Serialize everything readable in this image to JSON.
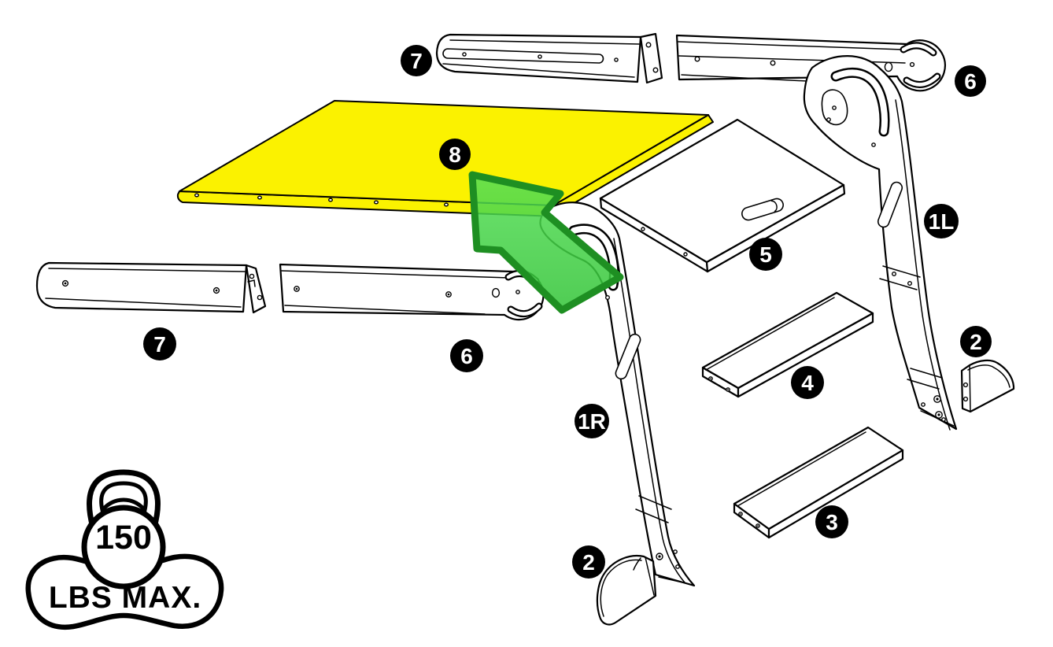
{
  "diagram": {
    "type": "exploded assembly parts diagram",
    "callouts": [
      {
        "part": "rail-top-left",
        "label": "7"
      },
      {
        "part": "rail-top-right",
        "label": "6"
      },
      {
        "part": "tabletop-panel",
        "label": "8"
      },
      {
        "part": "leg-left",
        "label": "1L"
      },
      {
        "part": "rail-mid-left",
        "label": "7"
      },
      {
        "part": "rail-mid",
        "label": "6"
      },
      {
        "part": "lid-panel",
        "label": "5"
      },
      {
        "part": "shelf-upper",
        "label": "4"
      },
      {
        "part": "foot-right",
        "label": "2"
      },
      {
        "part": "leg-right",
        "label": "1R"
      },
      {
        "part": "shelf-lower",
        "label": "3"
      },
      {
        "part": "foot-left",
        "label": "2"
      }
    ],
    "weight_limit": {
      "value": "150",
      "unit": "LBS MAX.",
      "icon": "kettlebell-icon"
    },
    "colors": {
      "highlight_yellow": "#FBF200",
      "arrow_green": "#33C438",
      "arrow_green_light": "#55DF55",
      "arrow_green_dark": "#1E8F22",
      "ink": "#000000",
      "label_bg": "#000000",
      "label_text": "#FFFFFF",
      "background": "#FFFFFF"
    }
  }
}
